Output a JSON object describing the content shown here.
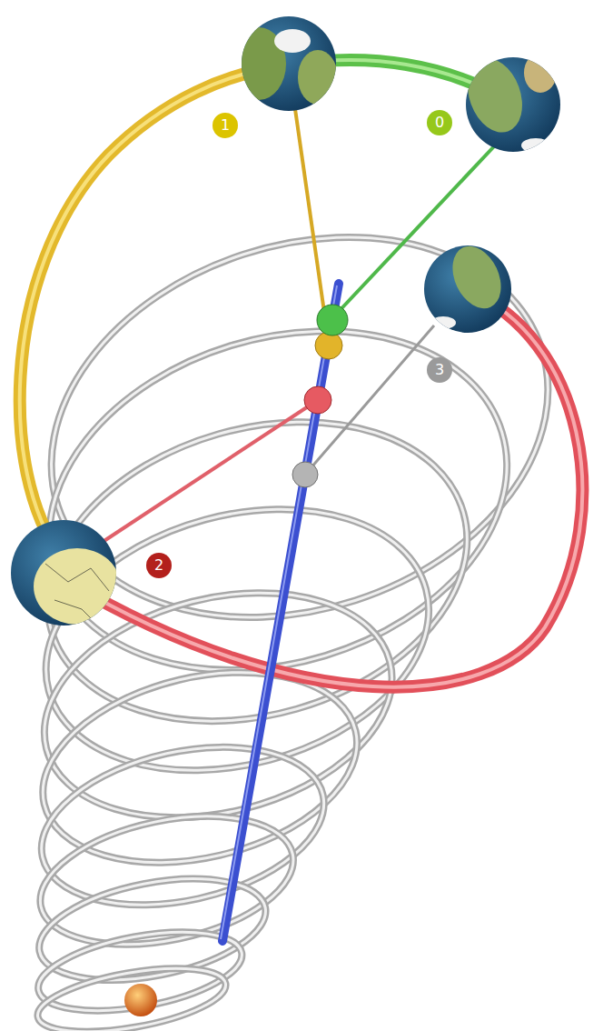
{
  "diagram": {
    "labels": [
      "1",
      "0",
      "3",
      "2"
    ]
  }
}
